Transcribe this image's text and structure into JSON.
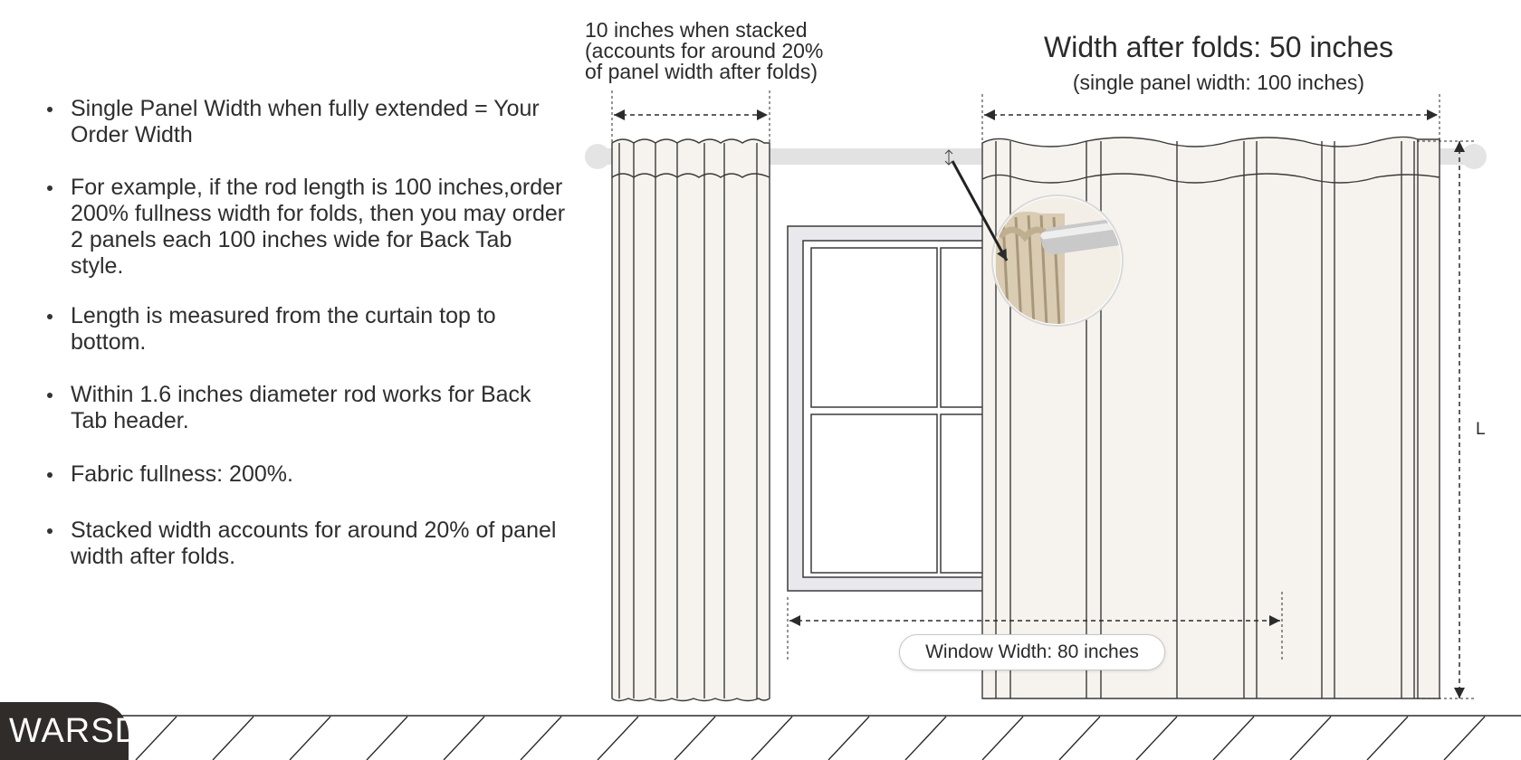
{
  "bullets": [
    "Single Panel Width when fully extended = Your Order Width",
    "For example, if the rod length is 100 inches,order 200% fullness width for folds, then you may order 2 panels each 100 inches wide for Back Tab style.",
    "Length is measured from the curtain top to bottom.",
    "Within 1.6 inches diameter rod works for Back Tab header.",
    "Fabric fullness: 200%.",
    "Stacked width accounts for around 20% of panel width after folds."
  ],
  "diagram": {
    "stack_note_line1": "10 inches when stacked",
    "stack_note_line2": "(accounts for around 20%",
    "stack_note_line3": "of panel width after folds)",
    "width_title": "Width after folds: 50 inches",
    "width_sub": "(single panel width: 100 inches)",
    "length_label": "L",
    "window_width_label": "Window Width: 80 inches"
  },
  "brand": {
    "name": "WARSD"
  },
  "colors": {
    "fabric": "#f6f3ee",
    "line": "#3a3a3a",
    "rod": "#e2e2e2",
    "brand_bg": "#2f2c29",
    "tab_detail": "#cdbfa6"
  }
}
